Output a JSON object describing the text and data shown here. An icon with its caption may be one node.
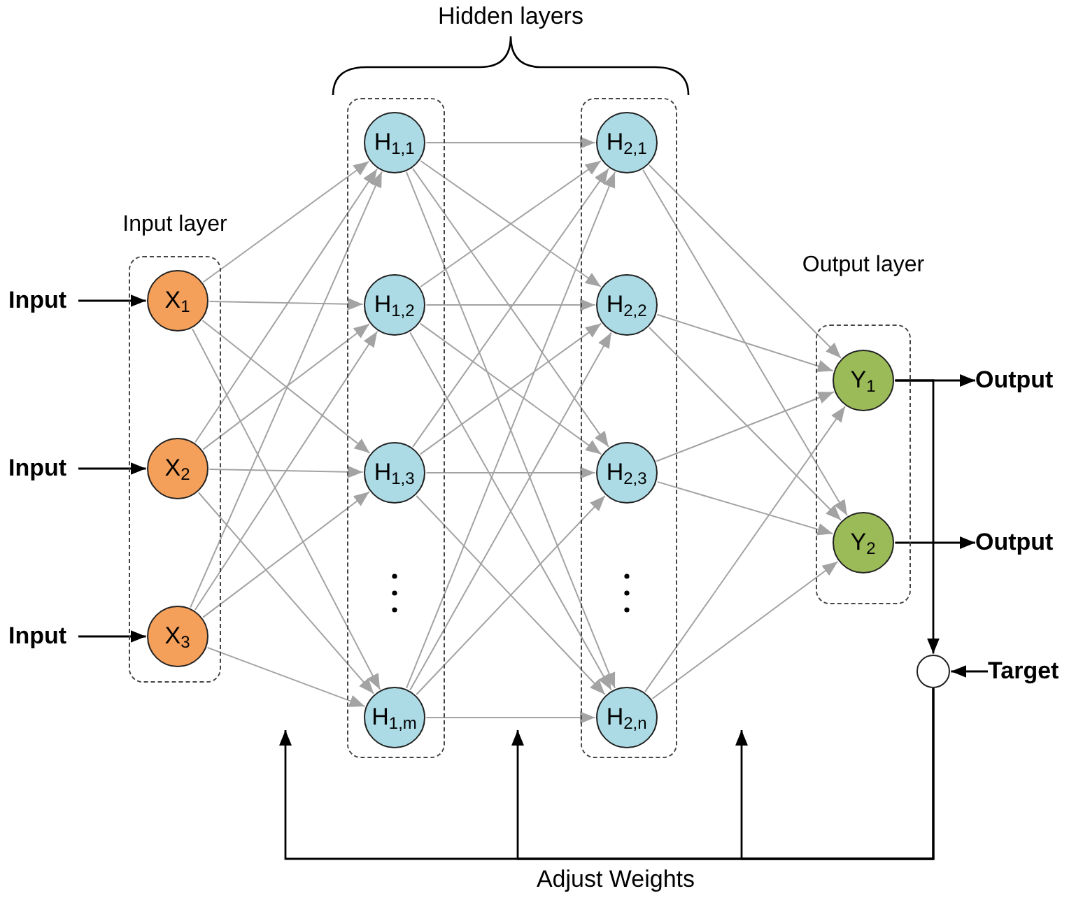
{
  "diagram": {
    "nodes": [
      {
        "text": [
          "Input layer"
        ]
      },
      {
        "text": [
          "X$_{1}$"
        ],
        "in": 0
      },
      {
        "text": [
          "X$_{2}$"
        ],
        "in": 0
      },
      {
        "text": [
          "X$_{3}$"
        ],
        "in": 0
      },
      {
        "text": [],
        "shape": "box"
      },
      {
        "text": [
          "H$_{1,1}$"
        ],
        "in": 4
      },
      {
        "text": [
          "H$_{1,2}$"
        ],
        "in": 4
      },
      {
        "text": [
          "H$_{1,3}$"
        ],
        "in": 4
      },
      {
        "text": [
          "H$_{1,m}$"
        ],
        "in": 4
      },
      {
        "text": [],
        "shape": "box"
      },
      {
        "text": [
          "H$_{2,1}$"
        ],
        "in": 9
      },
      {
        "text": [
          "H$_{2,2}$"
        ],
        "in": 9
      },
      {
        "text": [
          "H$_{2,3}$"
        ],
        "in": 9
      },
      {
        "text": [
          "H$_{2,n}$"
        ],
        "in": 9
      },
      {
        "text": [
          "Output layer"
        ]
      },
      {
        "text": [
          "Y$_{1}$"
        ],
        "in": 14
      },
      {
        "text": [
          "Y$_{2}$"
        ],
        "in": 14
      },
      {
        "text": [
          "Input"
        ]
      },
      {
        "text": [
          "Input"
        ]
      },
      {
        "text": [
          "Input"
        ]
      },
      {
        "text": [
          "Output"
        ]
      },
      {
        "text": [
          "Output"
        ]
      },
      {
        "text": [],
        "shape": "circle"
      },
      {
        "text": [
          "Target"
        ]
      }
    ],
    "edges": [
      {
        "from": 17,
        "to": 1,
        "arrow": "to",
        "color": "#000000"
      },
      {
        "from": 18,
        "to": 2,
        "arrow": "to",
        "color": "#000000"
      },
      {
        "from": 19,
        "to": 3,
        "arrow": "to",
        "color": "#000000"
      },
      {
        "from": 1,
        "to": 5,
        "arrow": "to"
      },
      {
        "from": 1,
        "to": 6,
        "arrow": "to"
      },
      {
        "from": 1,
        "to": 7,
        "arrow": "to"
      },
      {
        "from": 1,
        "to": 8,
        "arrow": "to"
      },
      {
        "from": 2,
        "to": 5,
        "arrow": "to"
      },
      {
        "from": 2,
        "to": 6,
        "arrow": "to"
      },
      {
        "from": 2,
        "to": 7,
        "arrow": "to"
      },
      {
        "from": 2,
        "to": 8,
        "arrow": "to"
      },
      {
        "from": 3,
        "to": 5,
        "arrow": "to"
      },
      {
        "from": 3,
        "to": 6,
        "arrow": "to"
      },
      {
        "from": 3,
        "to": 7,
        "arrow": "to"
      },
      {
        "from": 3,
        "to": 8,
        "arrow": "to"
      },
      {
        "from": 5,
        "to": 10,
        "arrow": "to"
      },
      {
        "from": 5,
        "to": 11,
        "arrow": "to"
      },
      {
        "from": 5,
        "to": 12,
        "arrow": "to"
      },
      {
        "from": 5,
        "to": 13,
        "arrow": "to"
      },
      {
        "from": 6,
        "to": 10,
        "arrow": "to"
      },
      {
        "from": 6,
        "to": 11,
        "arrow": "to"
      },
      {
        "from": 6,
        "to": 12,
        "arrow": "to"
      },
      {
        "from": 6,
        "to": 13,
        "arrow": "to"
      },
      {
        "from": 7,
        "to": 10,
        "arrow": "to"
      },
      {
        "from": 7,
        "to": 11,
        "arrow": "to"
      },
      {
        "from": 7,
        "to": 12,
        "arrow": "to"
      },
      {
        "from": 7,
        "to": 13,
        "arrow": "to"
      },
      {
        "from": 8,
        "to": 10,
        "arrow": "to"
      },
      {
        "from": 8,
        "to": 11,
        "arrow": "to"
      },
      {
        "from": 8,
        "to": 12,
        "arrow": "to"
      },
      {
        "from": 8,
        "to": 13,
        "arrow": "to"
      },
      {
        "from": 10,
        "to": 15,
        "arrow": "to"
      },
      {
        "from": 10,
        "to": 16,
        "arrow": "to"
      },
      {
        "from": 11,
        "to": 15,
        "arrow": "to"
      },
      {
        "from": 11,
        "to": 16,
        "arrow": "to"
      },
      {
        "from": 12,
        "to": 15,
        "arrow": "to"
      },
      {
        "from": 12,
        "to": 16,
        "arrow": "to"
      },
      {
        "from": 13,
        "to": 15,
        "arrow": "to"
      },
      {
        "from": 13,
        "to": 16,
        "arrow": "to"
      },
      {
        "from": 15,
        "to": 20,
        "arrow": "to",
        "color": "#000000"
      },
      {
        "from": 16,
        "to": 21,
        "arrow": "to",
        "color": "#000000"
      },
      {
        "from": 15,
        "to": 22,
        "arrow": "to",
        "color": "#000000"
      },
      {
        "from": 23,
        "to": 22,
        "arrow": "to",
        "color": "#000000"
      },
      {
        "from": 22,
        "to": null,
        "arrow": "to",
        "color": "#000000"
      },
      {
        "from": 22,
        "to": null,
        "arrow": "to",
        "color": "#000000"
      },
      {
        "from": 22,
        "to": null,
        "arrow": "to",
        "color": "#000000"
      }
    ],
    "labels": [
      "Hidden layers",
      "Adjust Weights"
    ]
  }
}
